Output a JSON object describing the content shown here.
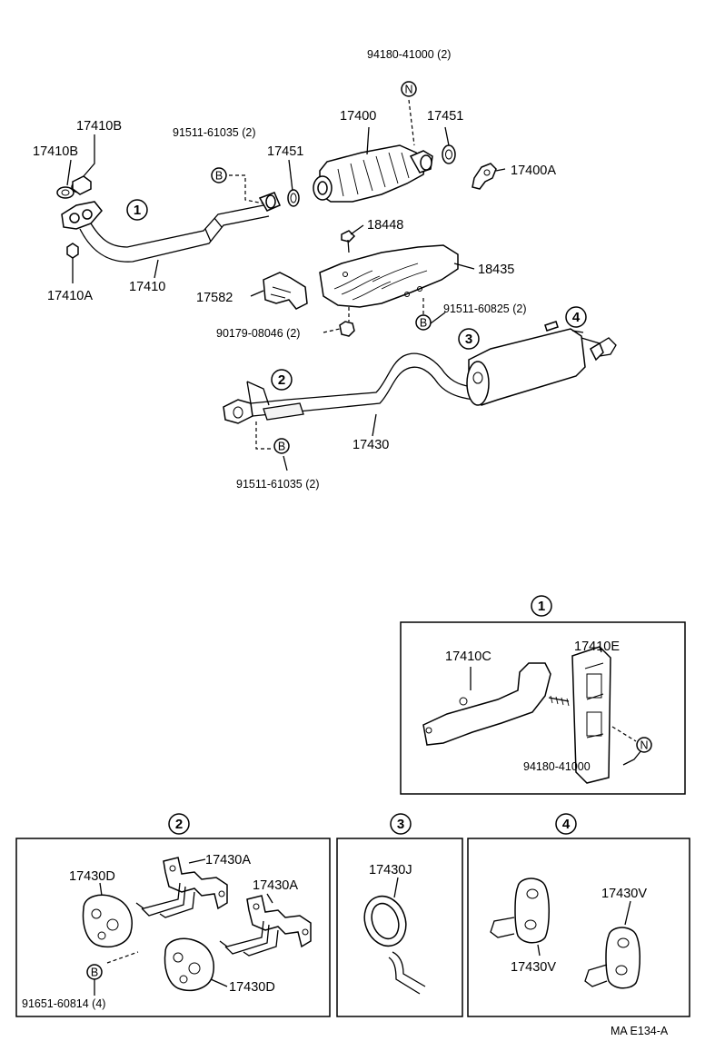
{
  "labels": {
    "p94180_41000_2": "94180-41000 (2)",
    "p17400": "17400",
    "p17451_top": "17451",
    "p17400A": "17400A",
    "p17410B_a": "17410B",
    "p17410B_b": "17410B",
    "p91511_61035_2_top": "91511-61035 (2)",
    "p17451_mid": "17451",
    "p18448": "18448",
    "p18435": "18435",
    "p17410A": "17410A",
    "p17410": "17410",
    "p17582": "17582",
    "p91511_60825_2": "91511-60825 (2)",
    "p90179_08046_2": "90179-08046 (2)",
    "p17430": "17430",
    "p91511_61035_2_bot": "91511-61035 (2)",
    "p17410C": "17410C",
    "p17410E": "17410E",
    "p94180_41000": "94180-41000",
    "p17430D_a": "17430D",
    "p17430A_a": "17430A",
    "p17430A_b": "17430A",
    "p17430D_b": "17430D",
    "p91651_60814_4": "91651-60814 (4)",
    "p17430J": "17430J",
    "p17430V_a": "17430V",
    "p17430V_b": "17430V",
    "footer": "MA  E134-A"
  },
  "markers": {
    "n": "N",
    "b": "B"
  },
  "callouts": [
    "1",
    "2",
    "3",
    "4"
  ]
}
